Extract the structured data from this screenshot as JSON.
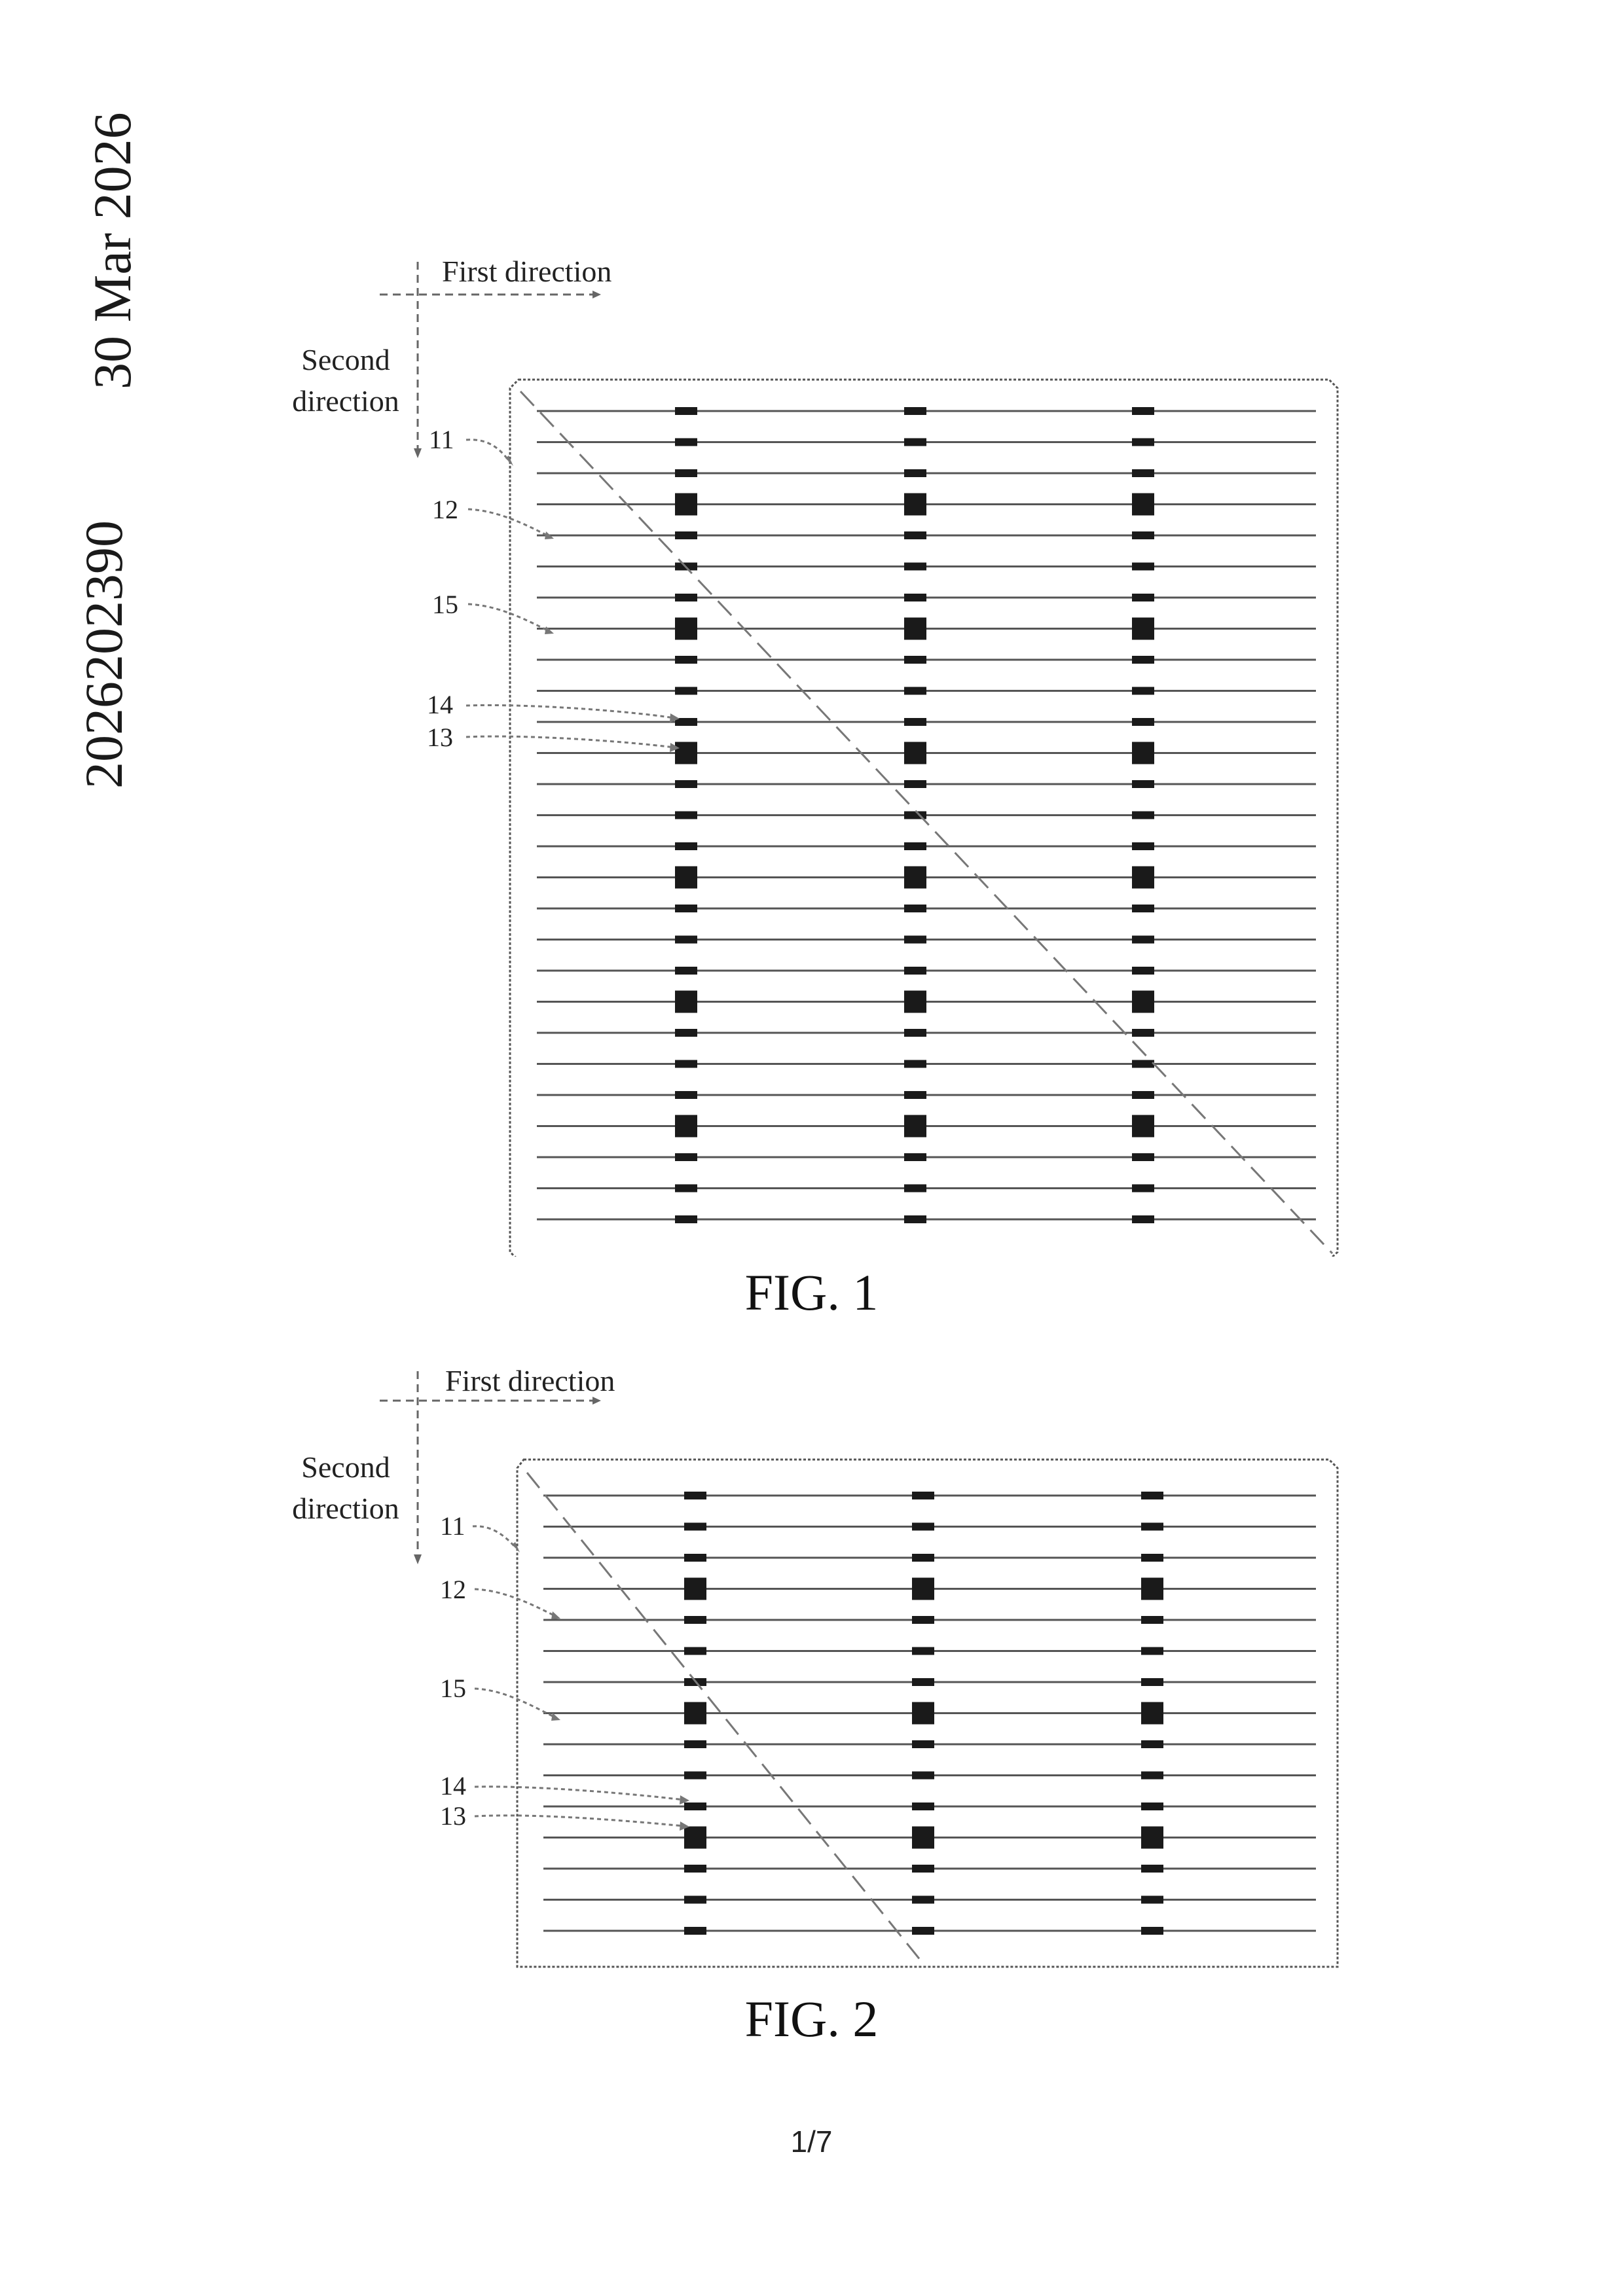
{
  "side_text": {
    "date": "30 Mar 2026",
    "number": "2026202390"
  },
  "figures": [
    {
      "caption": "FIG. 1",
      "first_direction_label": "First direction",
      "second_direction_label": [
        "Second",
        "direction"
      ],
      "reference_labels": [
        "11",
        "12",
        "15",
        "14",
        "13"
      ]
    },
    {
      "caption": "FIG. 2",
      "first_direction_label": "First direction",
      "second_direction_label": [
        "Second",
        "direction"
      ],
      "reference_labels": [
        "11",
        "12",
        "15",
        "14",
        "13"
      ]
    }
  ],
  "page_number": "1/7",
  "colors": {
    "ink": "#1a1a1a",
    "line": "#555555",
    "dashed": "#777777",
    "background": "#ffffff"
  }
}
